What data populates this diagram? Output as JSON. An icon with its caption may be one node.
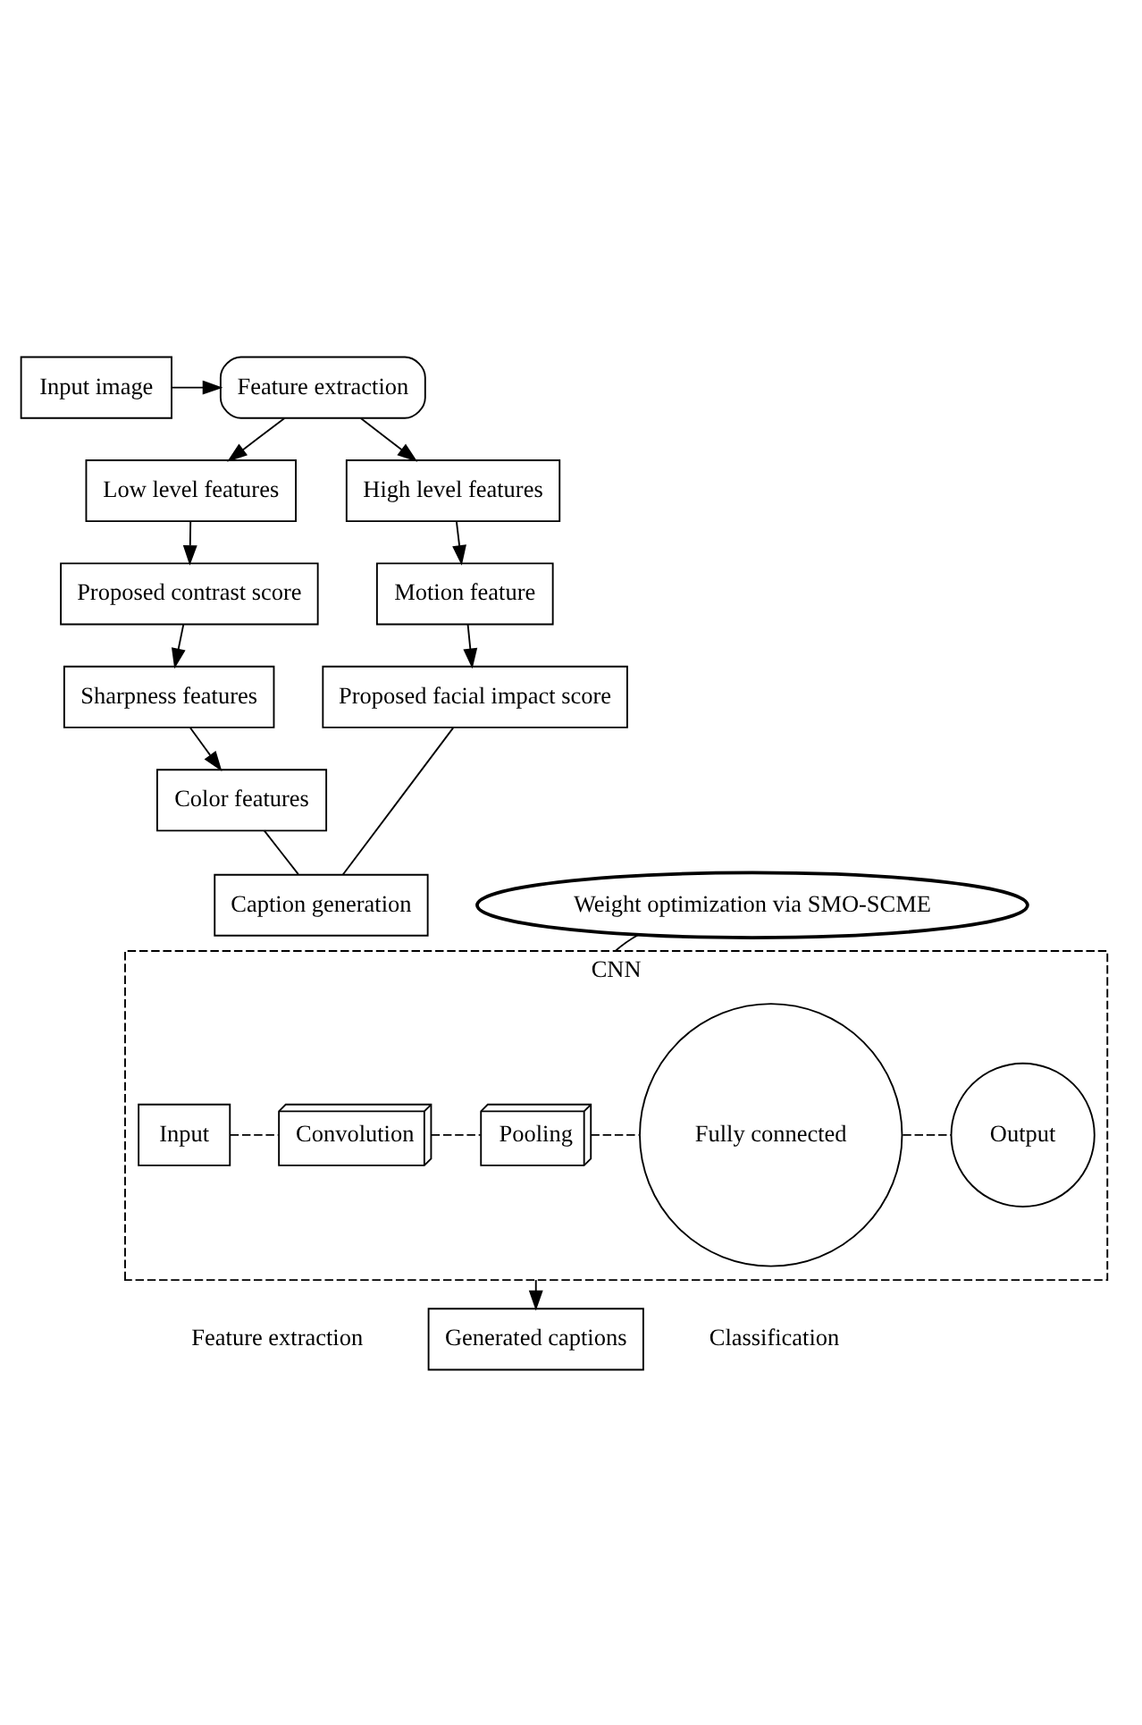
{
  "diagram": {
    "nodes": [
      {
        "text": [
          "Input image"
        ]
      },
      {
        "text": [
          "Feature extraction"
        ]
      },
      {
        "text": [
          "Low level features"
        ]
      },
      {
        "text": [
          "Proposed contrast score"
        ]
      },
      {
        "text": [
          "Sharpness features"
        ]
      },
      {
        "text": [
          "Color features"
        ]
      },
      {
        "text": [
          "High level features"
        ]
      },
      {
        "text": [
          "Motion feature"
        ]
      },
      {
        "text": [
          "Proposed facial impact score"
        ]
      },
      {
        "text": [
          "Caption generation"
        ]
      },
      {
        "text": [
          "CNN"
        ]
      },
      {
        "text": [
          "Input"
        ],
        "in": 10
      },
      {
        "text": [
          "Convolution"
        ],
        "in": 10
      },
      {
        "text": [
          "Pooling"
        ],
        "in": 10
      },
      {
        "text": [
          "Fully connected"
        ],
        "in": 10
      },
      {
        "text": [
          "Output"
        ],
        "in": 10
      },
      {
        "text": [
          "Weight optimization via SMO-SCME"
        ]
      },
      {
        "text": [
          "Generated captions"
        ]
      }
    ],
    "edges": [
      {
        "from": 0,
        "to": 1,
        "arrow": "to"
      },
      {
        "from": 1,
        "to": 2,
        "arrow": "to"
      },
      {
        "from": 1,
        "to": 6,
        "arrow": "to"
      },
      {
        "from": 2,
        "to": 3,
        "arrow": "to"
      },
      {
        "from": 3,
        "to": 4,
        "arrow": "to"
      },
      {
        "from": 4,
        "to": 5,
        "arrow": "to"
      },
      {
        "from": 6,
        "to": 7,
        "arrow": "to"
      },
      {
        "from": 7,
        "to": 8,
        "arrow": "to"
      },
      {
        "from": 5,
        "to": 9,
        "arrow": "none"
      },
      {
        "from": 8,
        "to": 9,
        "arrow": "none"
      },
      {
        "from": 11,
        "to": 12,
        "arrow": "none",
        "style": "dashed"
      },
      {
        "from": 12,
        "to": 13,
        "arrow": "none",
        "style": "dashed"
      },
      {
        "from": 13,
        "to": 14,
        "arrow": "none",
        "style": "dashed"
      },
      {
        "from": 14,
        "to": 15,
        "arrow": "none",
        "style": "dashed"
      },
      {
        "from": 16,
        "to": 10,
        "arrow": "none"
      },
      {
        "from": 10,
        "to": 17,
        "arrow": "to"
      }
    ],
    "labels": [
      "Feature extraction",
      "Classification"
    ]
  }
}
